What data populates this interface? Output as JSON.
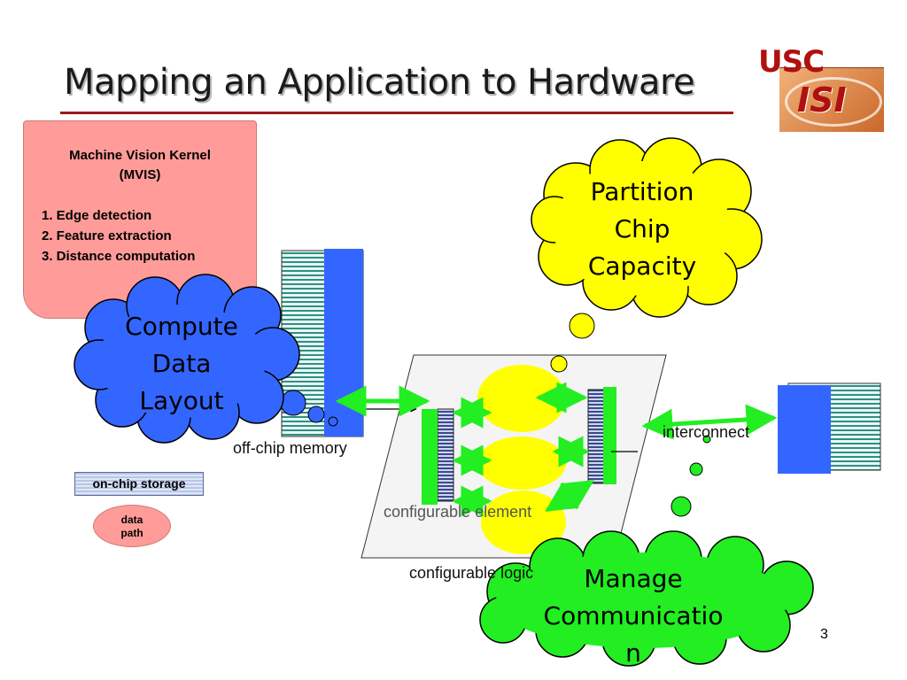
{
  "slide": {
    "title": "Mapping an Application to Hardware",
    "page_number": "3"
  },
  "logo": {
    "top_text": "USC",
    "bottom_text": "ISI"
  },
  "kernel_box": {
    "title_line1": "Machine Vision Kernel",
    "title_line2": "(MVIS)",
    "items": [
      "1. Edge detection",
      "2. Feature extraction",
      "3. Distance computation"
    ]
  },
  "clouds": {
    "partition": [
      "Partition",
      "Chip",
      "Capacity"
    ],
    "compute": [
      "Compute",
      "Data",
      "Layout"
    ],
    "manage": [
      "Manage",
      "Communicatio",
      "n"
    ]
  },
  "labels": {
    "off_chip_memory": "off-chip memory",
    "interconnect": "interconnect",
    "configurable_element": "configurable element",
    "configurable_logic": "configurable logic"
  },
  "legend": {
    "on_chip_storage": "on-chip storage",
    "data_path_line1": "data",
    "data_path_line2": "path"
  },
  "colors": {
    "title_rule": "#9b1a1a",
    "kernel_box": "#ff9c99",
    "memory_blue": "#3366ff",
    "arrow_green": "#22ee22",
    "cloud_yellow": "#ffff00",
    "cloud_green": "#22ee22"
  }
}
